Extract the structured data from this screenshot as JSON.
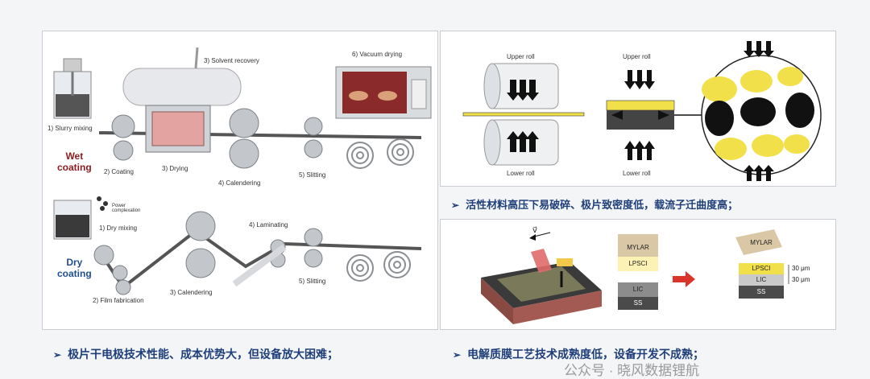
{
  "left_panel": {
    "wet_label": "Wet\ncoating",
    "dry_label": "Dry\ncoating",
    "wet_steps": {
      "slurry": "1) Slurry mixing",
      "coating": "2) Coating",
      "drying": "3) Drying",
      "solvent": "3) Solvent recovery",
      "calendering": "4) Calendering",
      "slitting": "5) Slitting",
      "vacuum": "6) Vacuum drying"
    },
    "dry_steps": {
      "power": "Power\ncomplexation",
      "dry_mixing": "1) Dry mixing",
      "film": "2) Film fabrication",
      "calendering": "3) Calendering",
      "laminating": "4) Laminating",
      "slitting": "5) Slitting"
    }
  },
  "top_right": {
    "upper_roll": "Upper roll",
    "lower_roll": "Lower roll"
  },
  "bottom_right": {
    "v_label": "v⃗",
    "layers_left": [
      "MYLAR",
      "LPSCI",
      "LIC",
      "SS"
    ],
    "layers_right": [
      "MYLAR",
      "LPSCI",
      "LIC",
      "SS"
    ],
    "thickness": [
      "30 μm",
      "30 μm"
    ]
  },
  "captions": {
    "right_top": "活性材料高压下易破碎、极片致密度低，载流子迁曲度高；",
    "left_bottom": "极片干电极技术性能、成本优势大，但设备放大困难；",
    "right_bottom": "电解质膜工艺技术成熟度低，设备开发不成熟；"
  },
  "watermark": "公众号 · 晓风数据锂航",
  "colors": {
    "accent": "#1f3f7a",
    "wet": "#8b1d1d",
    "dry": "#1f4f8f",
    "yellow": "#f2e04a",
    "red_arrow": "#d9352b"
  }
}
